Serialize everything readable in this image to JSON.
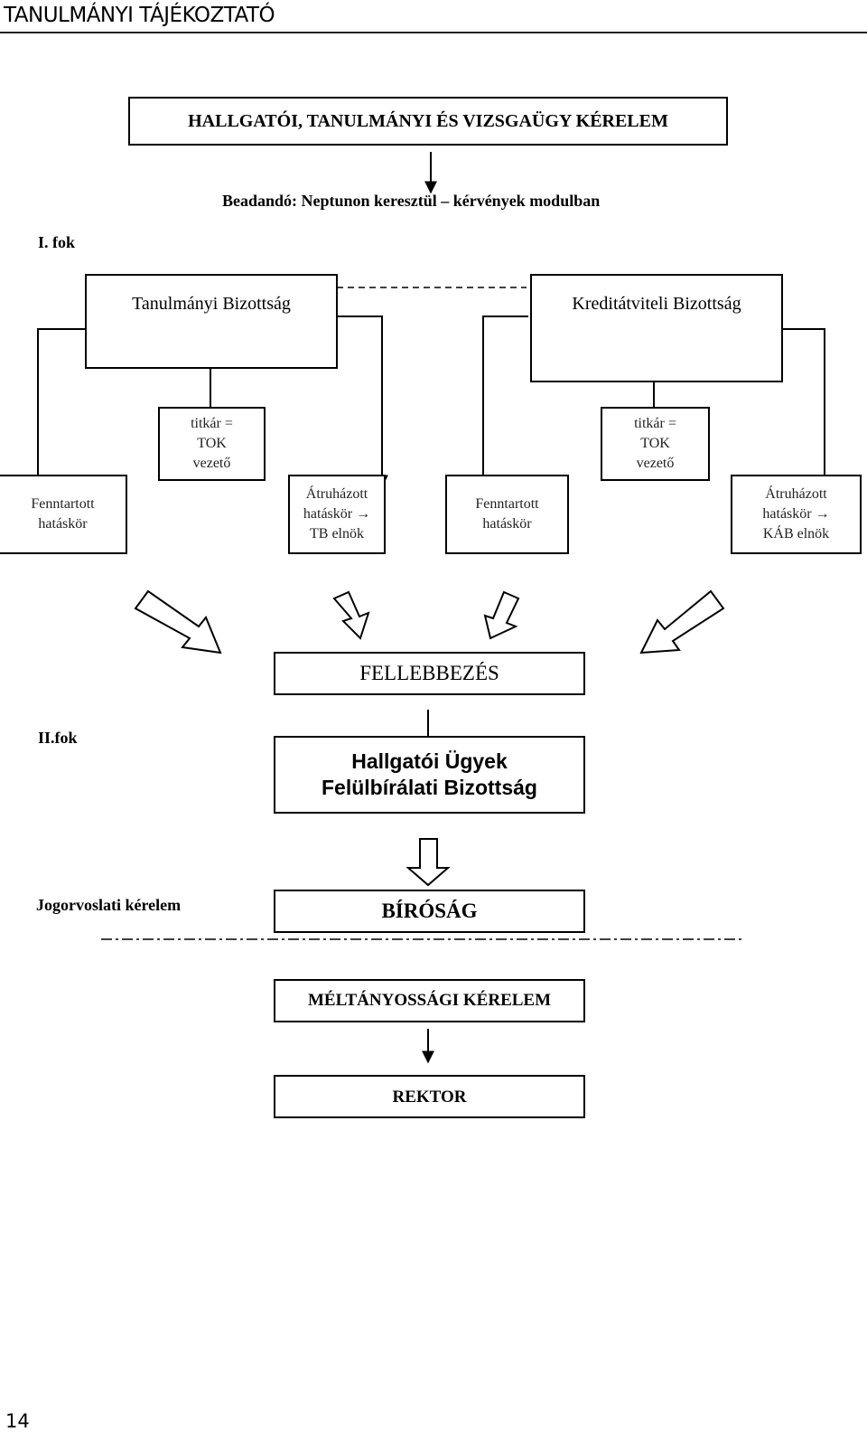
{
  "header": {
    "title": "TANULMÁNYI TÁJÉKOZTATÓ"
  },
  "request_box": {
    "label": "HALLGATÓI, TANULMÁNYI ÉS VIZSGAÜGY KÉRELEM"
  },
  "submit_note": "Beadandó: Neptunon keresztül – kérvények modulban",
  "level1": "I. fok",
  "committees": {
    "left": "Tanulmányi Bizottság",
    "right": "Kreditátviteli Bizottság"
  },
  "secretary": {
    "line1": "titkár =",
    "line2": "TOK",
    "line3": "vezető"
  },
  "reserved": {
    "line1": "Fenntartott",
    "line2": "hatáskör"
  },
  "delegated_left": {
    "line1": "Átruházott",
    "line2": "hatáskör →",
    "line3": "TB elnök"
  },
  "delegated_right": {
    "line1": "Átruházott",
    "line2": "hatáskör →",
    "line3": "KÁB elnök"
  },
  "appeal": "FELLEBBEZÉS",
  "level2": "II.fok",
  "review_board": {
    "line1": "Hallgatói Ügyek",
    "line2": "Felülbírálati Bizottság"
  },
  "legal_remedy": "Jogorvoslati kérelem",
  "court": "BÍRÓSÁG",
  "equity_request": "MÉLTÁNYOSSÁGI KÉRELEM",
  "rector": "REKTOR",
  "page_number": "14"
}
